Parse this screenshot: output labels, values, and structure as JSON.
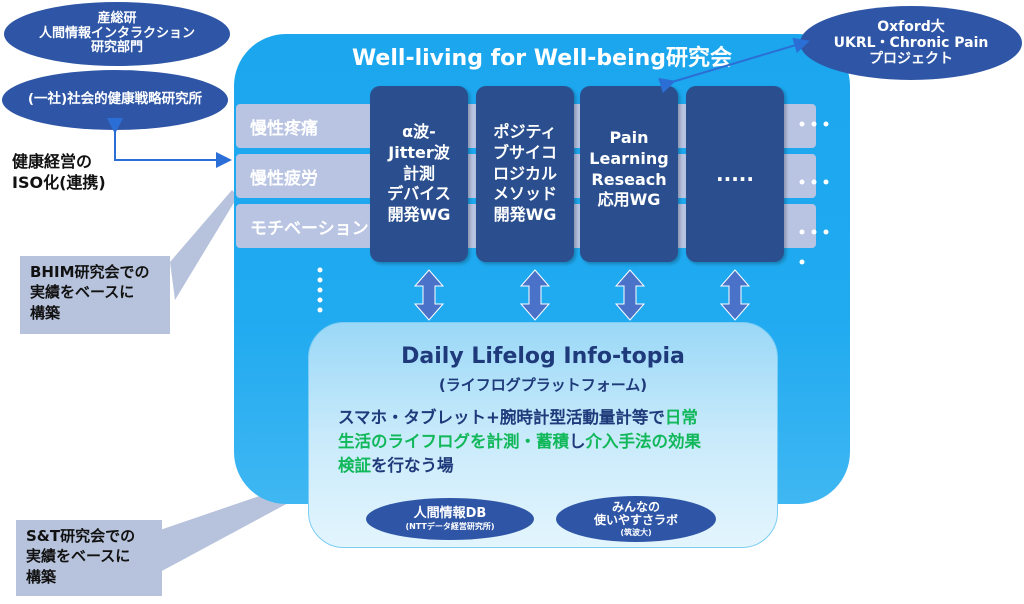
{
  "org_ellipses": {
    "aist": {
      "line1": "産総研",
      "line2": "人間情報インタラクション",
      "line3": "研究部門"
    },
    "society": {
      "label": "(一社)社会的健康戦略研究所"
    },
    "oxford": {
      "line1": "Oxford大",
      "line2": "UKRL・Chronic Pain",
      "line3": "プロジェクト"
    }
  },
  "iso_text": {
    "line1": "健康経営の",
    "line2": "ISO化(連携)"
  },
  "main": {
    "title": "Well-living for Well-being研究会",
    "rows": [
      "慢性疼痛",
      "慢性疲労",
      "モチベーション"
    ],
    "vertical_dots": "⋮",
    "wgs": [
      {
        "lines": [
          "α波-",
          "Jitter波",
          "計測",
          "デバイス",
          "開発WG"
        ]
      },
      {
        "lines": [
          "ポジティ",
          "ブサイコ",
          "ロジカル",
          "メソッド",
          "開発WG"
        ]
      },
      {
        "lines": [
          "Pain",
          "Learning",
          "Reseach",
          "応用WG"
        ]
      },
      {
        "lines": [
          "....."
        ]
      }
    ],
    "right_dots": [
      "• • •",
      "• • •",
      "• • •",
      "•"
    ]
  },
  "lifelog": {
    "title": "Daily Lifelog Info-topia",
    "subtitle": "(ライフログプラットフォーム)",
    "desc_line1_a": "スマホ・タブレット+腕時計型活動量計等で",
    "desc_line1_b": "日常",
    "desc_line2_a": "生活のライフログを計測・蓄積",
    "desc_line2_b": "し",
    "desc_line2_c": "介入手法の効果",
    "desc_line3_a": "検証",
    "desc_line3_b": "を行なう場",
    "db": {
      "title": "人間情報DB",
      "sub": "(NTTデータ経営研究所)"
    },
    "lab": {
      "line1": "みんなの",
      "line2": "使いやすさラボ",
      "sub": "(筑波大)"
    }
  },
  "callouts": {
    "bhim": {
      "line1": "BHIM研究会での",
      "line2": "実績をベースに",
      "line3": "構築"
    },
    "st": {
      "line1": "S&T研究会での",
      "line2": "実績をベースに",
      "line3": "構築"
    }
  },
  "colors": {
    "ellipse_fill": "#2f56a6",
    "main_box": "#1ba6ee",
    "wg_box": "#2b4f8e",
    "row_fill": "#b9c4e3",
    "green_text": "#11b85a",
    "navy_text": "#1f3a7a",
    "arrow": "#4a72c8",
    "link_arrow": "#2b6fd6"
  }
}
